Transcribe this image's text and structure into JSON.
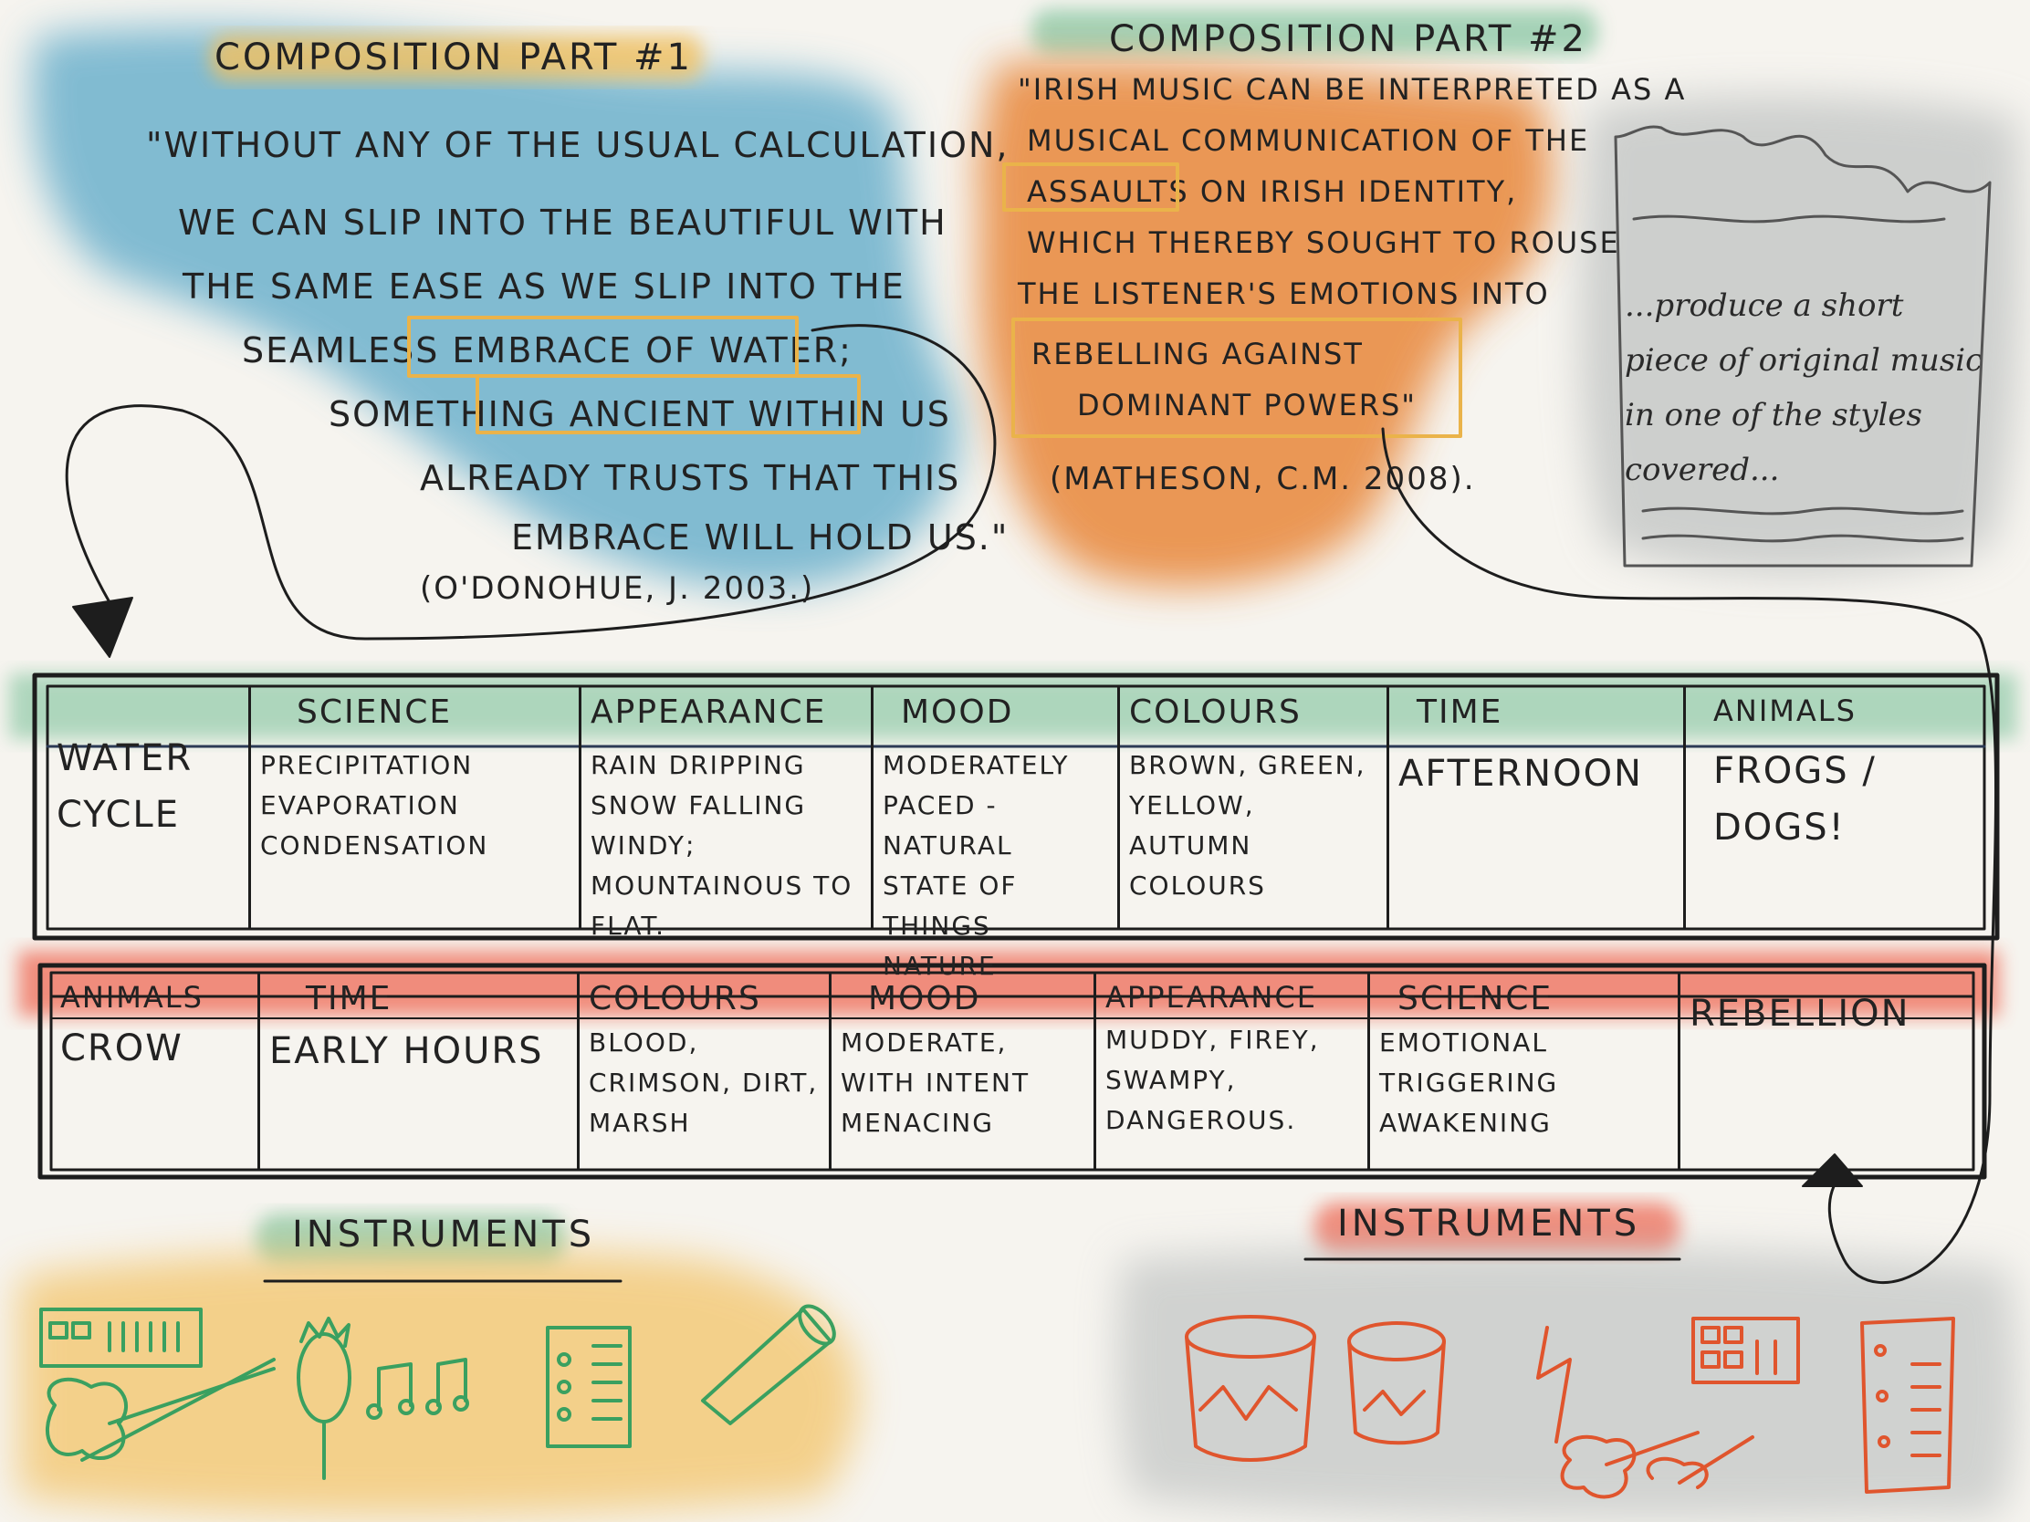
{
  "part1": {
    "title": "COMPOSITION PART #1",
    "quote_lines": [
      "\"WITHOUT ANY OF THE USUAL CALCULATION,",
      "WE CAN SLIP INTO THE BEAUTIFUL WITH",
      "THE SAME EASE AS WE SLIP INTO THE",
      "SEAMLESS EMBRACE OF WATER;",
      "SOMETHING ANCIENT WITHIN US",
      "ALREADY TRUSTS THAT THIS",
      "EMBRACE WILL HOLD US.\""
    ],
    "citation": "(O'DONOHUE, J. 2003.)"
  },
  "part2": {
    "title": "COMPOSITION PART #2",
    "quote_lines": [
      "\"IRISH MUSIC CAN BE INTERPRETED AS A",
      "MUSICAL COMMUNICATION OF THE",
      "ASSAULTS ON IRISH IDENTITY,",
      "WHICH THEREBY SOUGHT TO ROUSE",
      "THE LISTENER'S EMOTIONS INTO",
      "REBELLING AGAINST",
      "DOMINANT POWERS\""
    ],
    "citation": "(MATHESON, C.M. 2008)."
  },
  "note": {
    "lines": [
      "...produce a short",
      "piece of original music",
      "in one of the styles",
      "covered..."
    ]
  },
  "table1": {
    "headers": [
      "",
      "SCIENCE",
      "APPEARANCE",
      "MOOD",
      "COLOURS",
      "TIME",
      "ANIMALS"
    ],
    "cells": [
      "WATER CYCLE",
      "PRECIPITATION EVAPORATION CONDENSATION",
      "RAIN DRIPPING SNOW FALLING WINDY; MOUNTAINOUS TO FLAT.",
      "MODERATELY PACED - NATURAL STATE OF THINGS NATURE",
      "BROWN, GREEN, YELLOW, AUTUMN COLOURS",
      "AFTERNOON",
      "FROGS / DOGS!"
    ]
  },
  "table2": {
    "headers": [
      "ANIMALS",
      "TIME",
      "COLOURS",
      "MOOD",
      "APPEARANCE",
      "SCIENCE",
      ""
    ],
    "cells": [
      "CROW",
      "EARLY HOURS",
      "BLOOD, CRIMSON, DIRT, MARSH",
      "MODERATE, WITH INTENT MENACING",
      "MUDDY, FIREY, SWAMPY, DANGEROUS.",
      "EMOTIONAL TRIGGERING AWAKENING",
      "REBELLION"
    ]
  },
  "instruments_left": {
    "label": "INSTRUMENTS"
  },
  "instruments_right": {
    "label": "INSTRUMENTS"
  },
  "colors": {
    "blue_wash": "#5aa8c8",
    "orange_wash": "#e8873a",
    "green_wash": "#9ccfb0",
    "red_wash": "#f07a68",
    "yellow_wash": "#f3c160",
    "grey_wash": "#b8bcbc",
    "ink": "#1d1d1d",
    "green_ink": "#3aa060",
    "red_ink": "#e0552d",
    "highlight": "#eab34a"
  }
}
